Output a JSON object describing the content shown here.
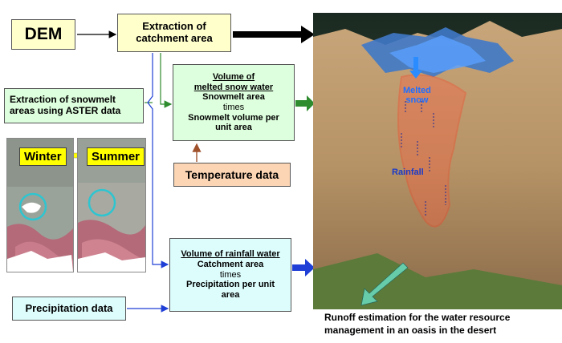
{
  "boxes": {
    "dem": "DEM",
    "catchment": [
      "Extraction of",
      "catchment area"
    ],
    "snowmelt_extraction": [
      "Extraction of snowmelt",
      "areas using ASTER data"
    ],
    "melted_volume": {
      "title": [
        "Volume of",
        "melted snow water"
      ],
      "lines": [
        "Snowmelt area",
        "times",
        "Snowmelt volume per",
        "unit area"
      ]
    },
    "temperature": "Temperature data",
    "rainfall_volume": {
      "title": "Volume of rainfall water",
      "lines": [
        "Catchment area",
        "times",
        "Precipitation per unit",
        "area"
      ]
    },
    "precipitation": "Precipitation data"
  },
  "seasons": {
    "winter": "Winter",
    "summer": "Summer"
  },
  "terrain_labels": {
    "melted": [
      "Melted",
      "snow"
    ],
    "rainfall": "Rainfall"
  },
  "caption": [
    "Runoff estimation for the water resource",
    "management in an oasis in the desert"
  ],
  "colors": {
    "yellow_box": "#ffffcc",
    "green_box": "#ddffdd",
    "orange_box": "#fcd5b4",
    "cyan_box": "#ddfdfd",
    "green_arrow": "#2e8b2e",
    "blue_arrow": "#1f3fd6",
    "brown_arrow": "#a0522d",
    "catchment_outline": "#ff3b1f"
  }
}
